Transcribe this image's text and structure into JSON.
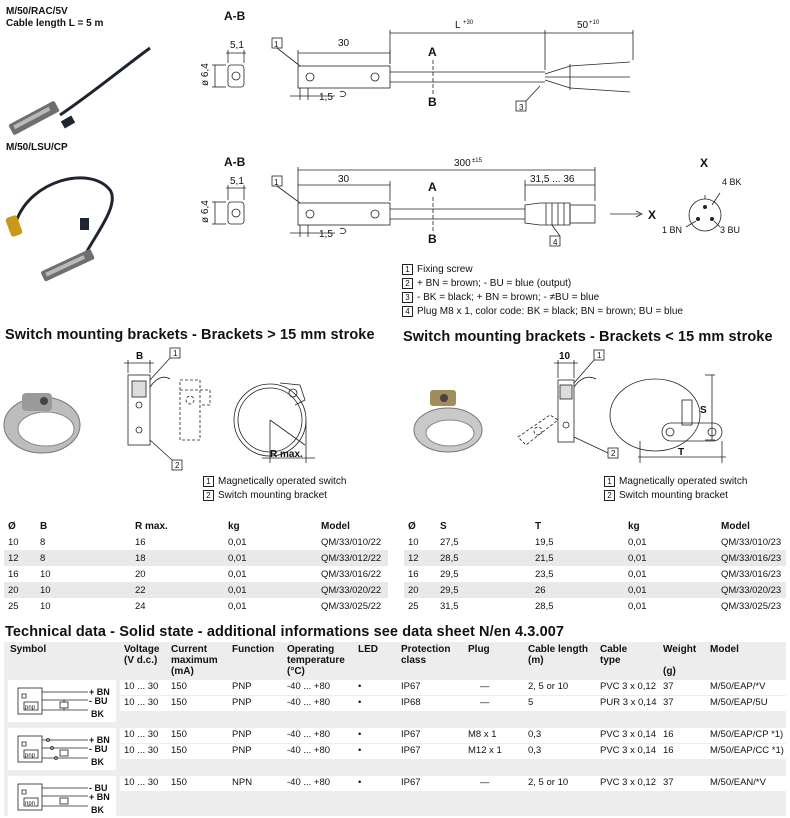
{
  "products": [
    {
      "name": "M/50/RAC/5V",
      "subtitle": "Cable length L = 5 m"
    },
    {
      "name": "M/50/LSU/CP",
      "subtitle": ""
    }
  ],
  "drawing1": {
    "section": "A-B",
    "dim_width": "5,1",
    "dim_len": "30",
    "dim_L": "L",
    "dim_L_tol": "+30",
    "dim_50": "50",
    "dim_50_tol": "+10",
    "dim_dia": "ø 6,4",
    "dim_15": "1,5",
    "label_a": "A",
    "label_b": "B",
    "callout1": "1",
    "callout3": "3"
  },
  "drawing2": {
    "section": "A-B",
    "dim_width": "5,1",
    "dim_len": "30",
    "dim_300": "300",
    "dim_300_tol": "±15",
    "dim_315": "31,5 ... 36",
    "dim_dia": "ø 6,4",
    "dim_15": "1,5",
    "label_a": "A",
    "label_b": "B",
    "label_x": "X",
    "callout1": "1",
    "callout4": "4",
    "plug_title": "X",
    "pin_bk": "4 BK",
    "pin_bn": "1 BN",
    "pin_bu": "3 BU"
  },
  "legend_top": [
    {
      "num": "1",
      "text": "Fixing screw"
    },
    {
      "num": "2",
      "text": "+ BN = brown; - BU = blue (output)"
    },
    {
      "num": "3",
      "text": "- BK = black; + BN = brown; - ≠BU = blue"
    },
    {
      "num": "4",
      "text": "Plug M8 x 1, color code: BK = black; BN = brown; BU = blue"
    }
  ],
  "brackets_left": {
    "title": "Switch mounting brackets - Brackets > 15 mm stroke",
    "dim_b": "B",
    "dim_r": "R max.",
    "callout1": "1",
    "callout2": "2",
    "legend": [
      {
        "num": "1",
        "text": "Magnetically operated switch"
      },
      {
        "num": "2",
        "text": "Switch mounting bracket"
      }
    ],
    "headers": [
      "Ø",
      "B",
      "R max.",
      "kg",
      "Model"
    ],
    "rows": [
      [
        "10",
        "8",
        "16",
        "0,01",
        "QM/33/010/22"
      ],
      [
        "12",
        "8",
        "18",
        "0,01",
        "QM/33/012/22"
      ],
      [
        "16",
        "10",
        "20",
        "0,01",
        "QM/33/016/22"
      ],
      [
        "20",
        "10",
        "22",
        "0,01",
        "QM/33/020/22"
      ],
      [
        "25",
        "10",
        "24",
        "0,01",
        "QM/33/025/22"
      ]
    ]
  },
  "brackets_right": {
    "title": "Switch mounting brackets - Brackets < 15 mm stroke",
    "dim_10": "10",
    "dim_s": "S",
    "dim_t": "T",
    "callout1": "1",
    "callout2": "2",
    "legend": [
      {
        "num": "1",
        "text": "Magnetically operated switch"
      },
      {
        "num": "2",
        "text": "Switch mounting bracket"
      }
    ],
    "headers": [
      "Ø",
      "S",
      "T",
      "kg",
      "Model"
    ],
    "rows": [
      [
        "10",
        "27,5",
        "19,5",
        "0,01",
        "QM/33/010/23"
      ],
      [
        "12",
        "28,5",
        "21,5",
        "0,01",
        "QM/33/016/23"
      ],
      [
        "16",
        "29,5",
        "23,5",
        "0,01",
        "QM/33/016/23"
      ],
      [
        "20",
        "29,5",
        "26",
        "0,01",
        "QM/33/020/23"
      ],
      [
        "25",
        "31,5",
        "28,5",
        "0,01",
        "QM/33/025/23"
      ]
    ]
  },
  "tech": {
    "title": "Technical data - Solid state - additional informations see data sheet N/en 4.3.007",
    "headers": [
      {
        "l1": "Symbol",
        "l2": "",
        "l3": ""
      },
      {
        "l1": "Voltage",
        "l2": "(V d.c.)",
        "l3": ""
      },
      {
        "l1": "Current",
        "l2": "maximum",
        "l3": "(mA)"
      },
      {
        "l1": "Function",
        "l2": "",
        "l3": ""
      },
      {
        "l1": "Operating",
        "l2": "temperature",
        "l3": "(°C)"
      },
      {
        "l1": "LED",
        "l2": "",
        "l3": ""
      },
      {
        "l1": "Protection",
        "l2": "class",
        "l3": ""
      },
      {
        "l1": "Plug",
        "l2": "",
        "l3": ""
      },
      {
        "l1": "Cable length",
        "l2": "",
        "l3": "(m)"
      },
      {
        "l1": "Cable",
        "l2": "type",
        "l3": ""
      },
      {
        "l1": "Weight",
        "l2": "",
        "l3": "(g)"
      },
      {
        "l1": "Model",
        "l2": "",
        "l3": ""
      }
    ],
    "rows": [
      [
        "10 ... 30",
        "150",
        "PNP",
        "-40 ... +80",
        "•",
        "IP67",
        "—",
        "2, 5 or 10",
        "PVC 3 x 0,12",
        "37",
        "M/50/EAP/*V"
      ],
      [
        "10 ... 30",
        "150",
        "PNP",
        "-40 ... +80",
        "•",
        "IP68",
        "—",
        "5",
        "PUR 3 x 0,14",
        "37",
        "M/50/EAP/5U"
      ],
      [
        "10 ... 30",
        "150",
        "PNP",
        "-40 ... +80",
        "•",
        "IP67",
        "M8 x 1",
        "0,3",
        "PVC 3 x 0,14",
        "16",
        "M/50/EAP/CP *1)"
      ],
      [
        "10 ... 30",
        "150",
        "PNP",
        "-40 ... +80",
        "•",
        "IP67",
        "M12 x 1",
        "0,3",
        "PVC 3 x 0,14",
        "16",
        "M/50/EAP/CC *1)"
      ],
      [
        "10 ... 30",
        "150",
        "NPN",
        "-40 ... +80",
        "•",
        "IP67",
        "—",
        "2, 5 or 10",
        "PVC 3 x 0,12",
        "37",
        "M/50/EAN/*V"
      ]
    ],
    "symbols": [
      {
        "chip": "pnp",
        "wires": [
          "+ BN",
          "- BU",
          "BK"
        ]
      },
      {
        "chip": "pnp",
        "wires": [
          "+ BN",
          "- BU",
          "BK"
        ]
      },
      {
        "chip": "npn",
        "wires": [
          "- BU",
          "+ BN",
          "BK"
        ]
      }
    ]
  }
}
